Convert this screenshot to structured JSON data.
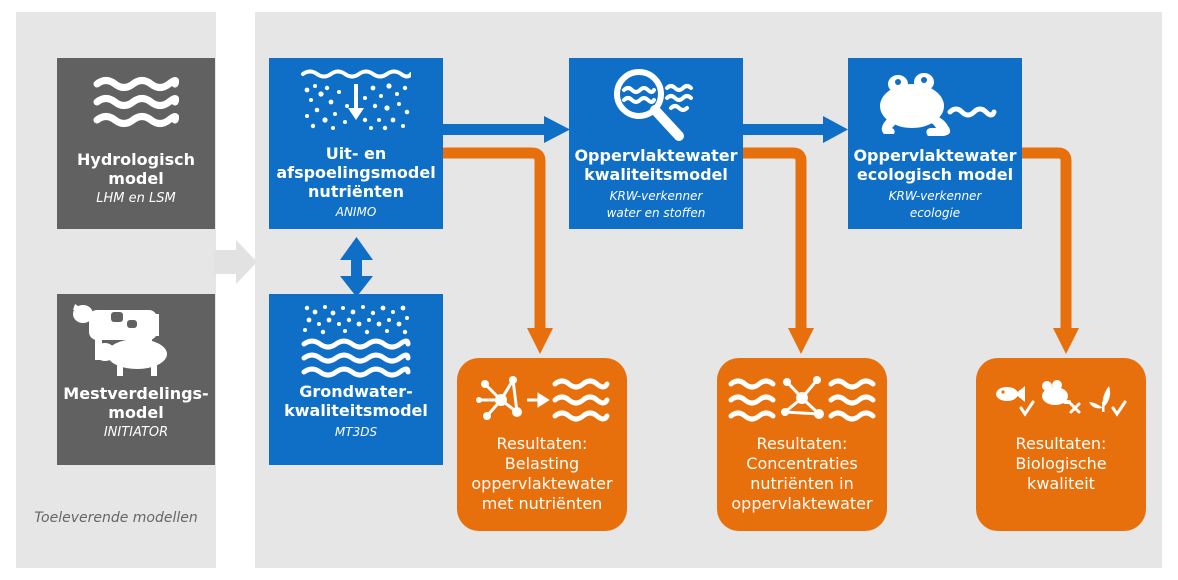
{
  "colors": {
    "gray": "#616161",
    "blue": "#0f6fc6",
    "orange": "#e8700c",
    "panel": "#e6e6e6"
  },
  "supplying": {
    "caption": "Toeleverende modellen",
    "hydro": {
      "title": "Hydrologisch\nmodel",
      "subtitle": "LHM en LSM",
      "icon": "waves-icon"
    },
    "manure": {
      "title": "Mestverdelings-\nmodel",
      "subtitle": "INITIATOR",
      "icon": "cow-pig-icon"
    }
  },
  "models": {
    "animo": {
      "title": "Uit- en\nafspoelingsmodel\nnutriënten",
      "subtitle": "ANIMO",
      "icon": "soil-leaching-icon"
    },
    "groundwater": {
      "title": "Grondwater-\nkwaliteitsmodel",
      "subtitle": "MT3DS",
      "icon": "soil-water-icon"
    },
    "surface_quality": {
      "title": "Oppervlaktewater\nkwaliteitsmodel",
      "subtitle": "KRW-verkenner\nwater en stoffen",
      "icon": "magnifier-water-icon"
    },
    "surface_ecology": {
      "title": "Oppervlaktewater\necologisch model",
      "subtitle": "KRW-verkenner\necologie",
      "icon": "frog-icon"
    }
  },
  "results": {
    "load": {
      "text": "Resultaten:\nBelasting\noppervlaktewater\nmet nutriënten",
      "icon": "molecule-to-water-icon"
    },
    "concentration": {
      "text": "Resultaten:\nConcentraties\nnutriënten in\noppervlaktewater",
      "icon": "molecule-in-water-icon"
    },
    "biology": {
      "text": "Resultaten:\nBiologische\nkwaliteit",
      "icon": "fish-frog-plant-icon"
    }
  }
}
